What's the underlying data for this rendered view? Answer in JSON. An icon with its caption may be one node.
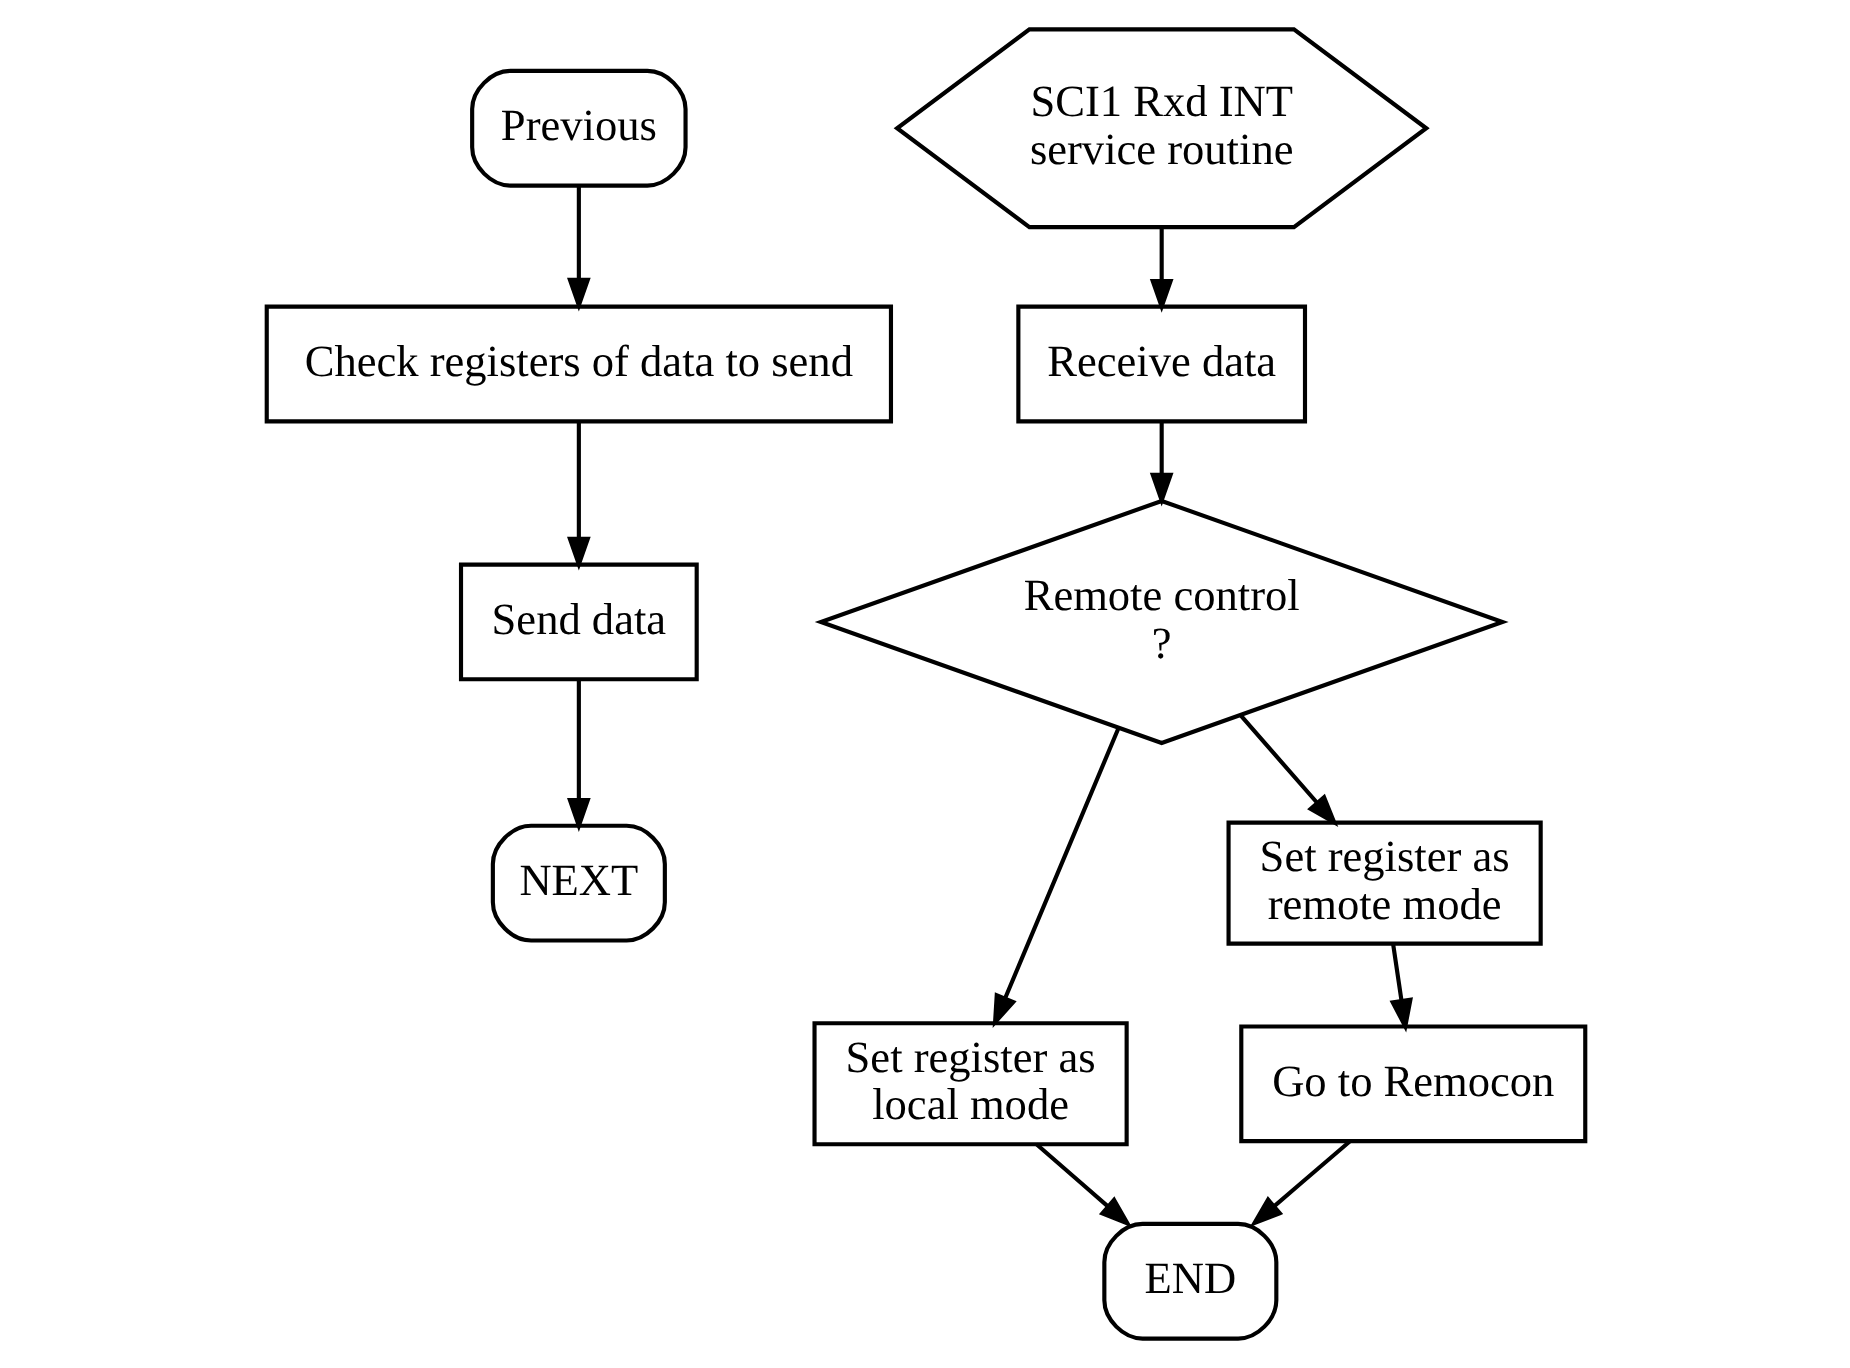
{
  "diagram": {
    "nodes": [
      {
        "text": [
          "Previous"
        ]
      },
      {
        "text": [
          "Check registers of data to send"
        ]
      },
      {
        "text": [
          "Send data"
        ]
      },
      {
        "text": [
          "NEXT"
        ]
      },
      {
        "text": [
          "SCI1 Rxd INT service routine"
        ]
      },
      {
        "text": [
          "Receive data"
        ]
      },
      {
        "text": [
          "Remote control ?"
        ]
      },
      {
        "text": [
          "Set register as local mode"
        ]
      },
      {
        "text": [
          "Set register as remote mode"
        ]
      },
      {
        "text": [
          "Go to Remocon"
        ]
      },
      {
        "text": [
          "END"
        ]
      }
    ],
    "edges": [
      {
        "from": 0,
        "to": 1,
        "arrow": "to"
      },
      {
        "from": 1,
        "to": 2,
        "arrow": "to"
      },
      {
        "from": 2,
        "to": 3,
        "arrow": "to"
      },
      {
        "from": 4,
        "to": 5,
        "arrow": "to"
      },
      {
        "from": 5,
        "to": 6,
        "arrow": "to"
      },
      {
        "from": 6,
        "to": 7,
        "arrow": "to"
      },
      {
        "from": 6,
        "to": 8,
        "arrow": "to"
      },
      {
        "from": 8,
        "to": 9,
        "arrow": "to"
      },
      {
        "from": 9,
        "to": 10,
        "arrow": "to"
      },
      {
        "from": 7,
        "to": 10,
        "arrow": "to"
      }
    ]
  }
}
